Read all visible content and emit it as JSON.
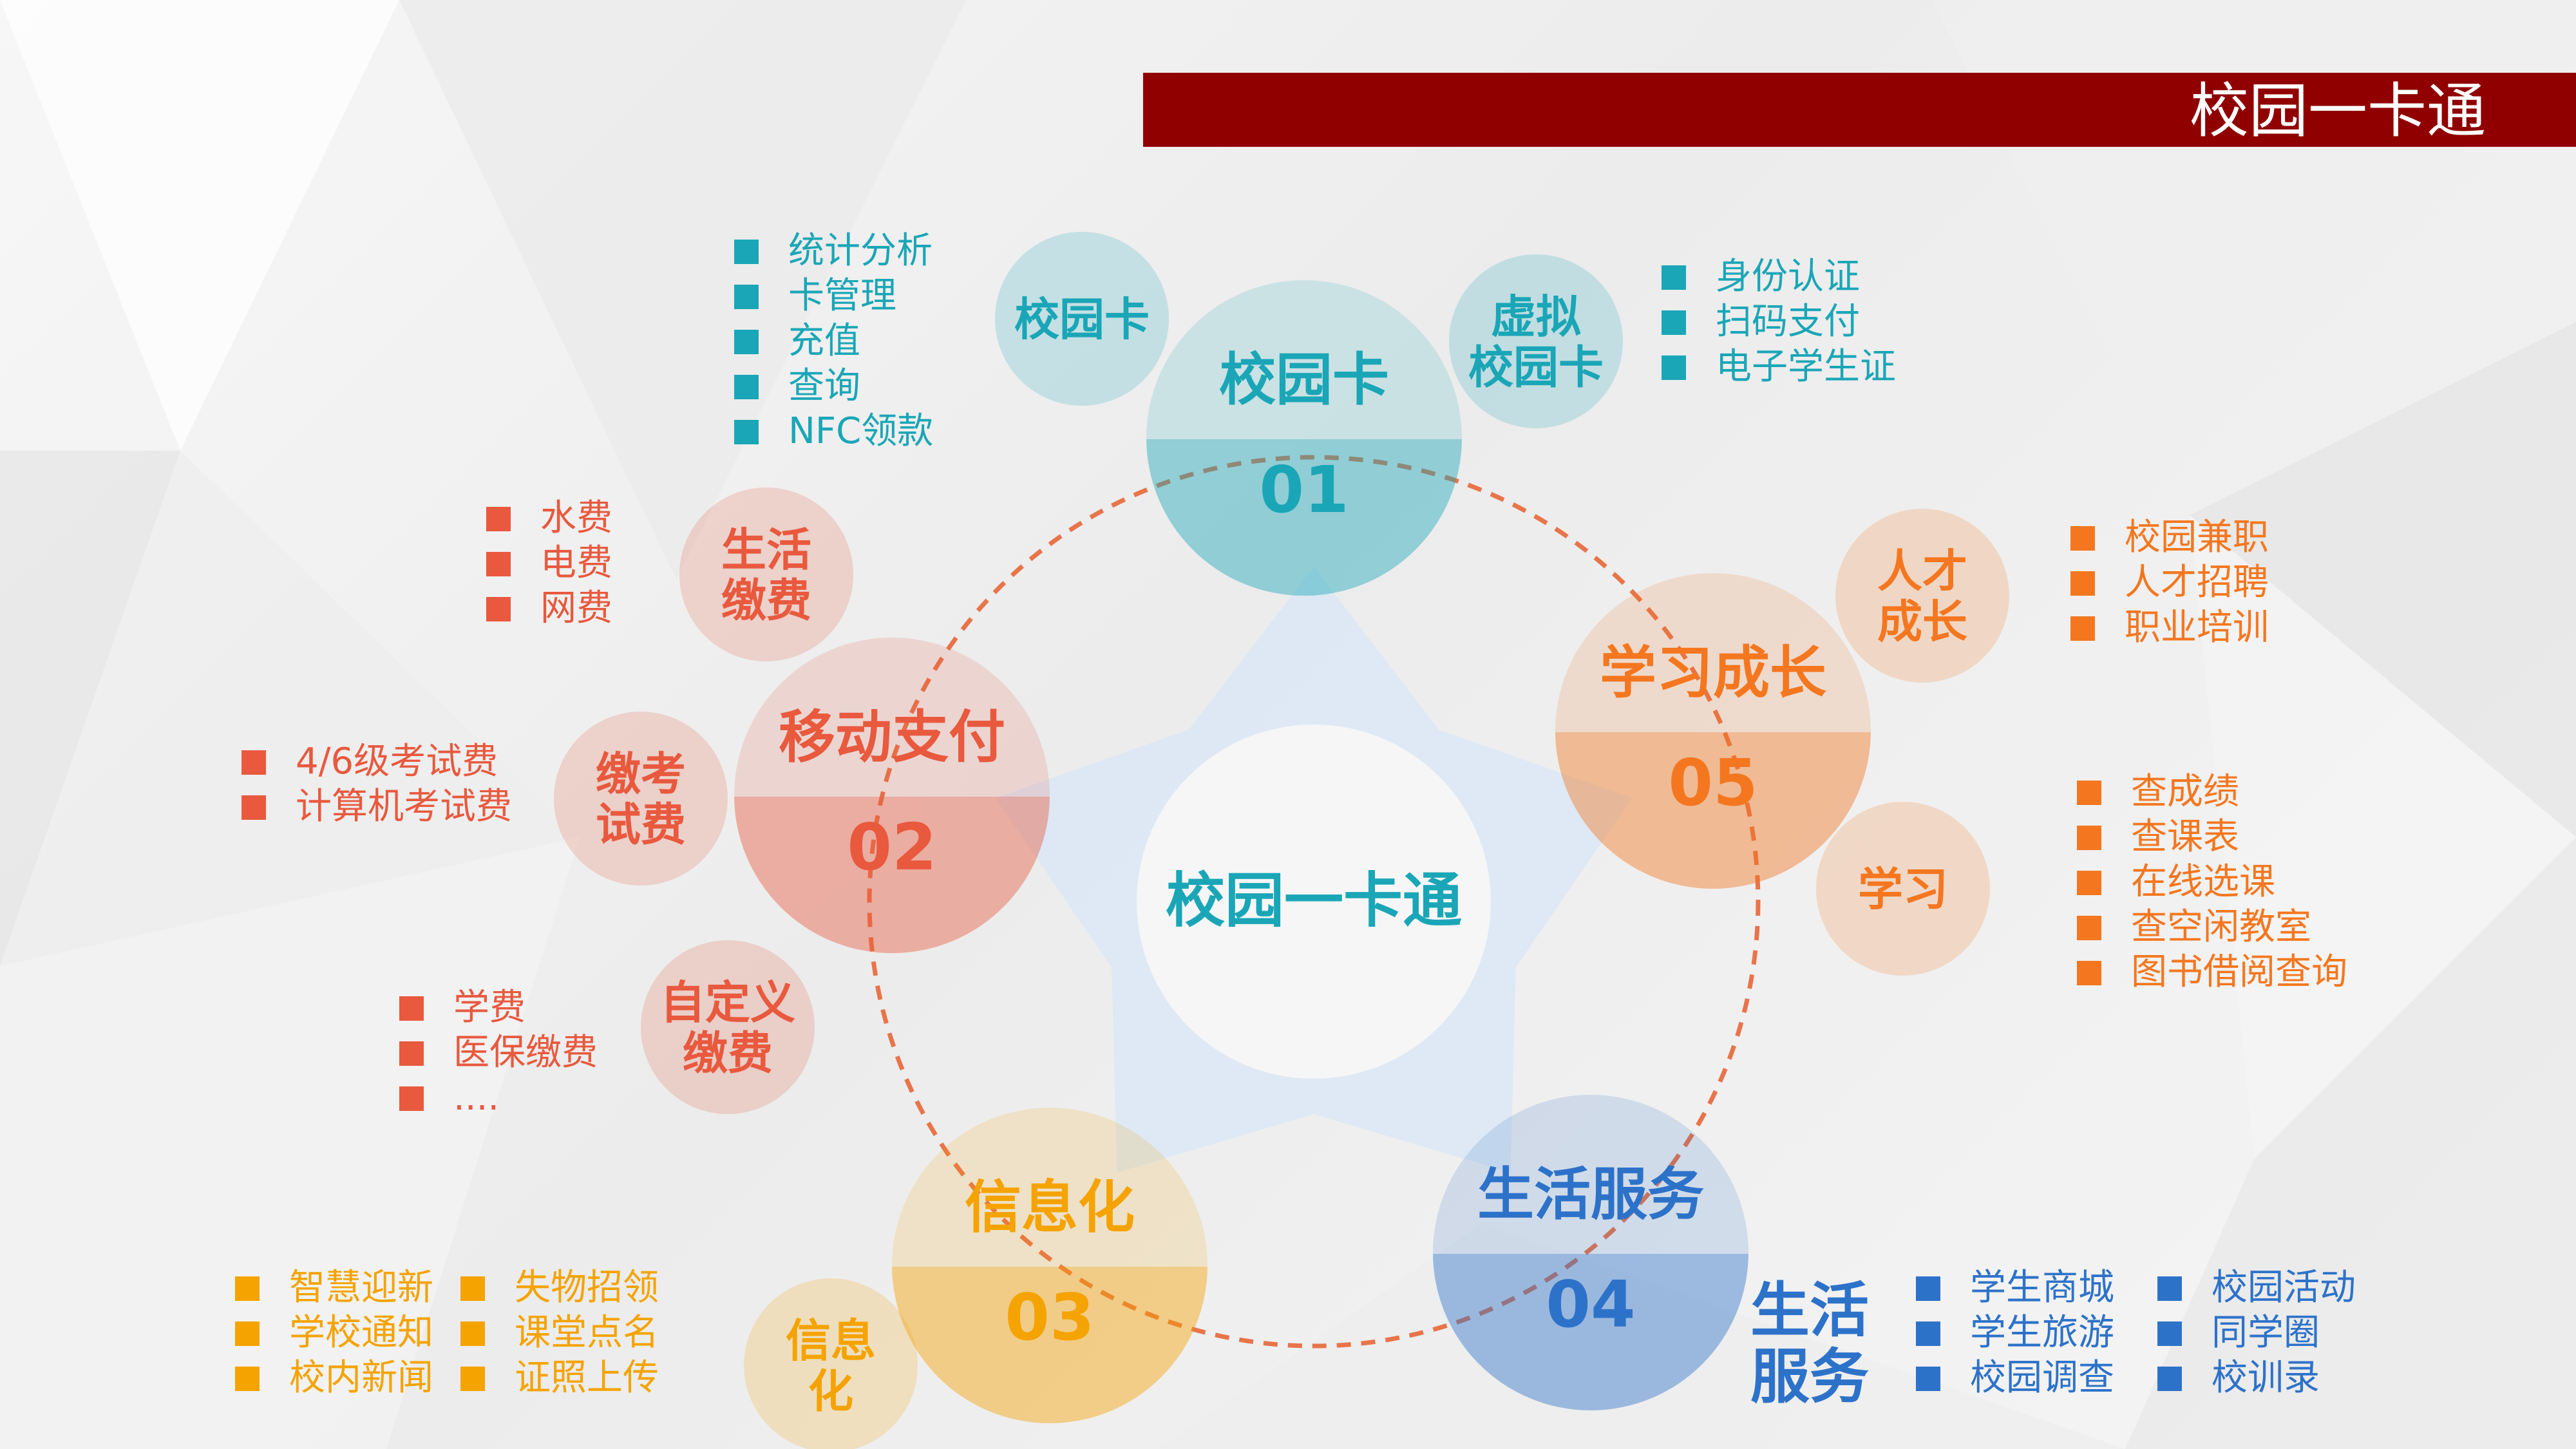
{
  "banner": {
    "title": "校园一卡通"
  },
  "center": {
    "label": "校园一卡通"
  },
  "colors": {
    "banner": "#900000",
    "teal": "#1aa6b7",
    "pink": "#e8593e",
    "yellow": "#f5a300",
    "blue": "#2d72c9",
    "orange": "#f47720",
    "ring": "#e8744a"
  },
  "modules": [
    {
      "name": "校园卡",
      "number": "01",
      "color": "#1aa6b7",
      "satellites": [
        {
          "lines": [
            "校园卡"
          ]
        },
        {
          "lines": [
            "虚拟",
            "校园卡"
          ]
        }
      ],
      "lists": [
        [
          "统计分析",
          "卡管理",
          "充值",
          "查询",
          "NFC领款"
        ],
        [
          "身份认证",
          "扫码支付",
          "电子学生证"
        ]
      ]
    },
    {
      "name": "移动支付",
      "number": "02",
      "color": "#e8593e",
      "satellites": [
        {
          "lines": [
            "生活",
            "缴费"
          ]
        },
        {
          "lines": [
            "缴考",
            "试费"
          ]
        },
        {
          "lines": [
            "自定义",
            "缴费"
          ]
        }
      ],
      "lists": [
        [
          "水费",
          "电费",
          "网费"
        ],
        [
          "4/6级考试费",
          "计算机考试费"
        ],
        [
          "学费",
          "医保缴费",
          "...."
        ]
      ]
    },
    {
      "name": "信息化",
      "number": "03",
      "color": "#f5a300",
      "satellites": [
        {
          "lines": [
            "信息",
            "化"
          ]
        }
      ],
      "lists": [
        [
          "智慧迎新",
          "学校通知",
          "校内新闻"
        ],
        [
          "失物招领",
          "课堂点名",
          "证照上传"
        ]
      ]
    },
    {
      "name": "生活服务",
      "number": "04",
      "color": "#2d72c9",
      "satellites": [
        {
          "lines": [
            "生活",
            "服务"
          ]
        }
      ],
      "lists": [
        [
          "学生商城",
          "学生旅游",
          "校园调查"
        ],
        [
          "校园活动",
          "同学圈",
          "校训录"
        ]
      ]
    },
    {
      "name": "学习成长",
      "number": "05",
      "color": "#f47720",
      "satellites": [
        {
          "lines": [
            "人才",
            "成长"
          ]
        },
        {
          "lines": [
            "学习"
          ]
        }
      ],
      "lists": [
        [
          "校园兼职",
          "人才招聘",
          "职业培训"
        ],
        [
          "查成绩",
          "查课表",
          "在线选课",
          "查空闲教室",
          "图书借阅查询"
        ]
      ]
    }
  ]
}
